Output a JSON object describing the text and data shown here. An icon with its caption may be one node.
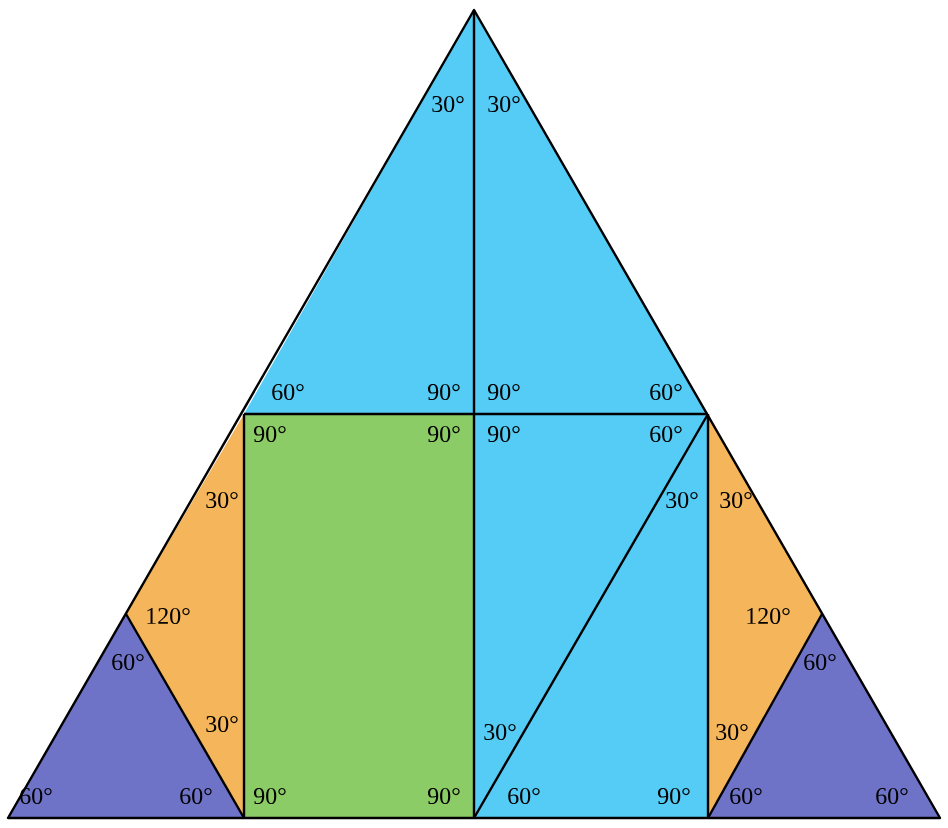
{
  "diagram": {
    "labels": [
      "30°",
      "30°",
      "60°",
      "90°",
      "90°",
      "60°",
      "90°",
      "90°",
      "90°",
      "60°",
      "30°",
      "30°",
      "30°",
      "120°",
      "120°",
      "60°",
      "60°",
      "30°",
      "30°",
      "30°",
      "60°",
      "60°",
      "90°",
      "90°",
      "60°",
      "90°",
      "60°",
      "60°"
    ]
  }
}
